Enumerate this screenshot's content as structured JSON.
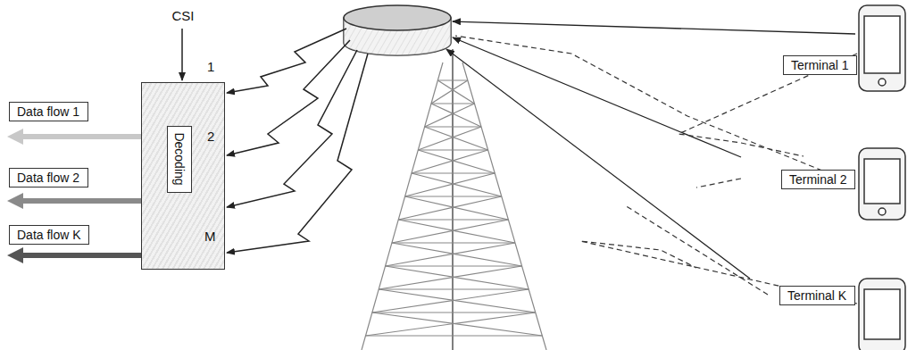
{
  "diagram": {
    "nodes": [
      {
        "text": [
          "Data flow 1"
        ]
      },
      {
        "text": [
          "Data flow 2"
        ]
      },
      {
        "text": [
          "Data flow K"
        ]
      },
      {
        "text": [
          "CSI"
        ]
      },
      {
        "text": [
          "Decoding"
        ],
        "in": 3
      },
      {
        "text": [
          "Terminal 1"
        ]
      },
      {
        "text": [
          "Terminal 2"
        ]
      },
      {
        "text": [
          "Terminal K"
        ]
      }
    ],
    "labels": [
      "1",
      "2",
      "M"
    ]
  }
}
